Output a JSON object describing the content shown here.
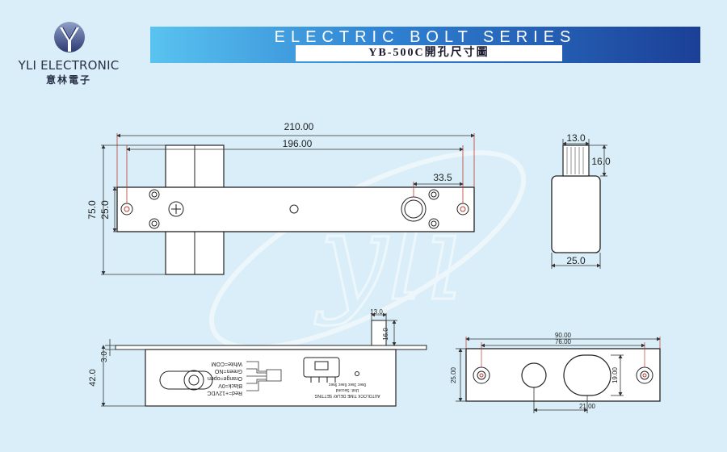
{
  "brand": {
    "name": "YLI ELECTRONIC",
    "name_cn": "意林電子"
  },
  "banner": {
    "series": "ELECTRIC BOLT SERIES",
    "model": "YB-500C開孔尺寸圖"
  },
  "watermark": "yli",
  "top_view": {
    "dim_total": "210.00",
    "dim_holes": "196.00",
    "dim_bolt_offset": "33.5",
    "dim_height": "75.0",
    "dim_plate": "25.0"
  },
  "side_view": {
    "dim_bolt_width": "13.0",
    "dim_bolt_height": "16.0",
    "dim_body_width": "25.0"
  },
  "front_view": {
    "dim_bolt_width": "13.0",
    "dim_bolt_height": "16.0",
    "dim_plate": "3.0",
    "dim_height": "42.0",
    "wires": [
      "White=COM",
      "Green=NO",
      "Orange=open",
      "Black=0V",
      "Red=+12VDC"
    ],
    "delay_title": "AUTOLOCK TIME DELAY SETTING",
    "delay_sub": "Unit: Second",
    "delay_options": "0sec  3sec  6sec  9sec"
  },
  "cutout_view": {
    "dim_total": "90.00",
    "dim_holes": "76.00",
    "dim_height": "25.00",
    "dim_bolt": "19.00",
    "dim_offset": "21.00"
  }
}
